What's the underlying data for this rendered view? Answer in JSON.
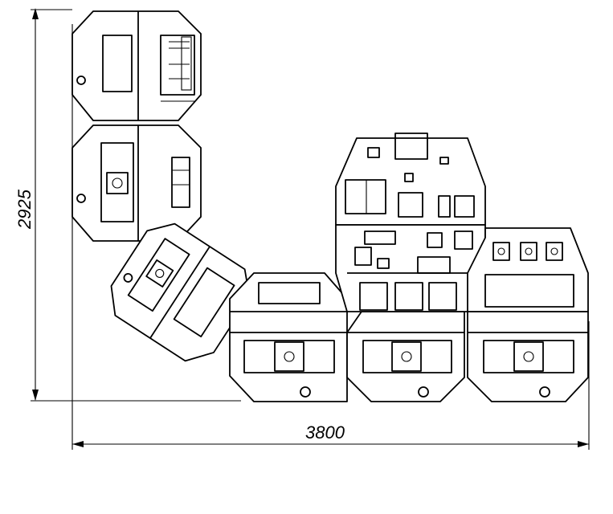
{
  "drawing": {
    "width_label": "3800",
    "height_label": "2925"
  },
  "modules": [
    {
      "id": "console-top-left"
    },
    {
      "id": "console-mid-left"
    },
    {
      "id": "console-angled"
    },
    {
      "id": "console-bottom-1"
    },
    {
      "id": "console-bottom-2"
    },
    {
      "id": "console-bottom-3"
    },
    {
      "id": "panel-upper-center"
    },
    {
      "id": "panel-middle-center"
    },
    {
      "id": "panel-right"
    }
  ]
}
